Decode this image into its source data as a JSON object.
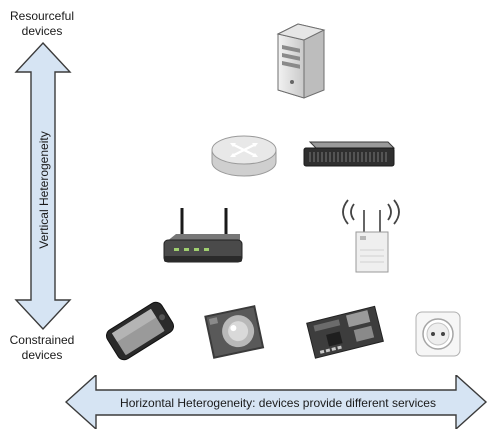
{
  "top_label": {
    "line1": "Resourceful",
    "line2": "devices"
  },
  "bottom_label": {
    "line1": "Constrained",
    "line2": "devices"
  },
  "vertical_axis": {
    "text": "Vertical Heterogeneity",
    "fill": "#d6e4f3",
    "stroke": "#3b3b3b"
  },
  "horizontal_axis": {
    "text": "Horizontal Heterogeneity: devices provide different services",
    "fill": "#d6e4f3",
    "stroke": "#3b3b3b"
  },
  "devices": [
    {
      "name": "server-icon"
    },
    {
      "name": "router-icon"
    },
    {
      "name": "network-switch-icon"
    },
    {
      "name": "wireless-access-point-icon"
    },
    {
      "name": "wireless-sensor-node-icon"
    },
    {
      "name": "smartphone-icon"
    },
    {
      "name": "camera-sensor-icon"
    },
    {
      "name": "embedded-board-icon"
    },
    {
      "name": "power-outlet-icon"
    }
  ]
}
